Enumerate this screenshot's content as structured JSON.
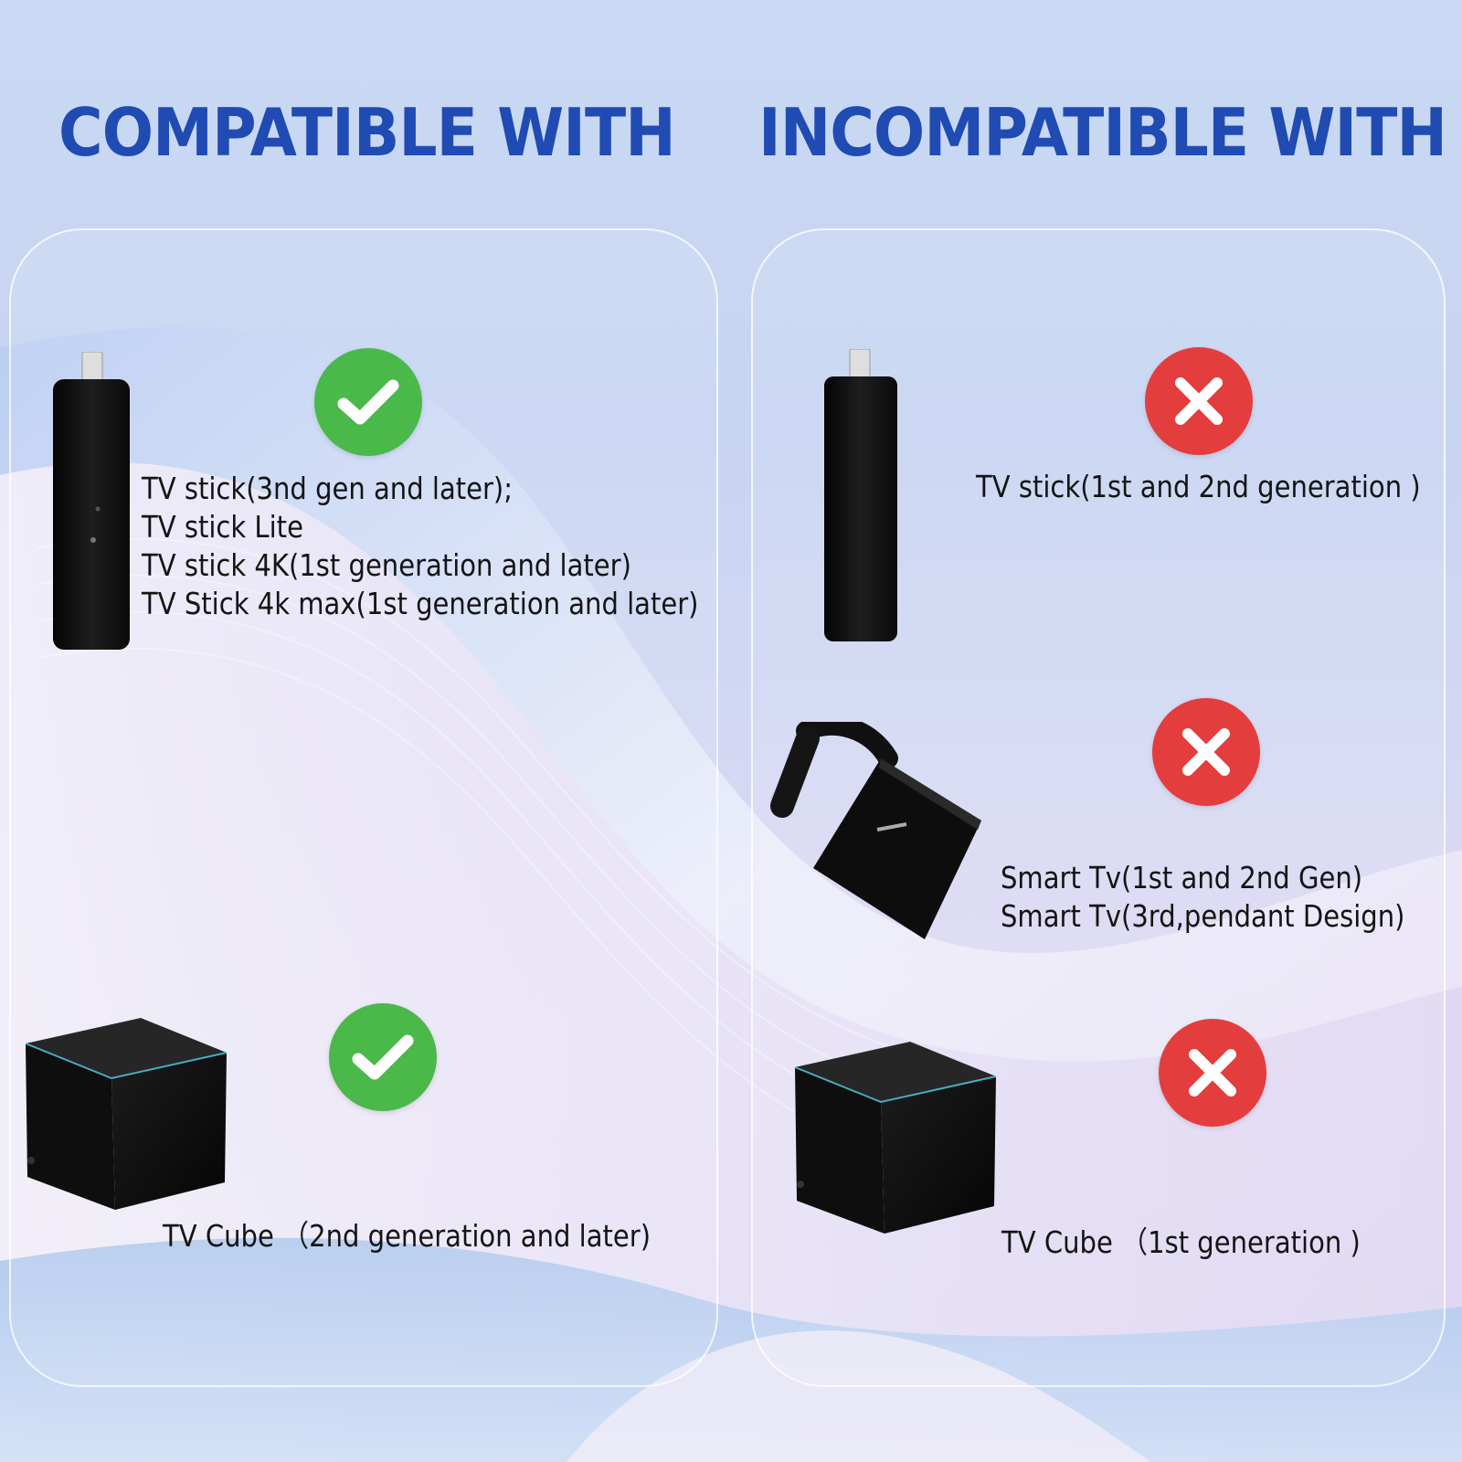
{
  "headings": {
    "compatible": "COMPATIBLE WITH",
    "incompatible": "INCOMPATIBLE WITH"
  },
  "compatible": {
    "sticks": {
      "status": "check",
      "lines": [
        "TV stick(3nd gen and later);",
        "TV stick Lite",
        "TV stick 4K(1st generation and later)",
        "TV Stick 4k max(1st generation and later)"
      ]
    },
    "cube": {
      "status": "check",
      "lines": [
        "TV Cube （2nd generation and later)"
      ]
    }
  },
  "incompatible": {
    "stick": {
      "status": "cross",
      "lines": [
        "TV stick(1st and 2nd generation )"
      ]
    },
    "smart_tv": {
      "status": "cross",
      "lines": [
        "Smart Tv(1st and 2nd Gen)",
        "Smart Tv(3rd,pendant Design)"
      ]
    },
    "cube": {
      "status": "cross",
      "lines": [
        "TV Cube （1st generation )"
      ]
    }
  },
  "colors": {
    "heading": "#1f4bb3",
    "check": "#4bb84a",
    "cross": "#e43d3d",
    "text": "#141414"
  },
  "icons": [
    "check-icon",
    "close-icon",
    "streaming-stick-icon",
    "streaming-cube-icon",
    "pendant-device-icon"
  ]
}
